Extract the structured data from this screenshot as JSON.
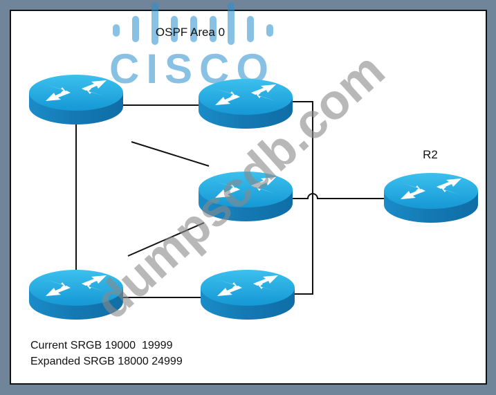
{
  "diagram": {
    "title": "OSPF Area 0",
    "routers": [
      {
        "id": "router-top-left",
        "label": ""
      },
      {
        "id": "router-top-middle",
        "label": ""
      },
      {
        "id": "router-middle",
        "label": ""
      },
      {
        "id": "router-r2",
        "label": "R2"
      },
      {
        "id": "router-bottom-left",
        "label": ""
      },
      {
        "id": "router-bottom-middle",
        "label": ""
      }
    ],
    "notes": {
      "current_srgb": "Current SRGB 19000  19999",
      "expanded_srgb": "Expanded SRGB 18000 24999"
    }
  },
  "watermarks": {
    "logo_text": "CISCO",
    "site": "dumpscdb.com"
  },
  "colors": {
    "border": "#71859a",
    "router_top": "#1aa3dc",
    "router_side": "#1481bd",
    "logo": "#2a8fd0"
  }
}
